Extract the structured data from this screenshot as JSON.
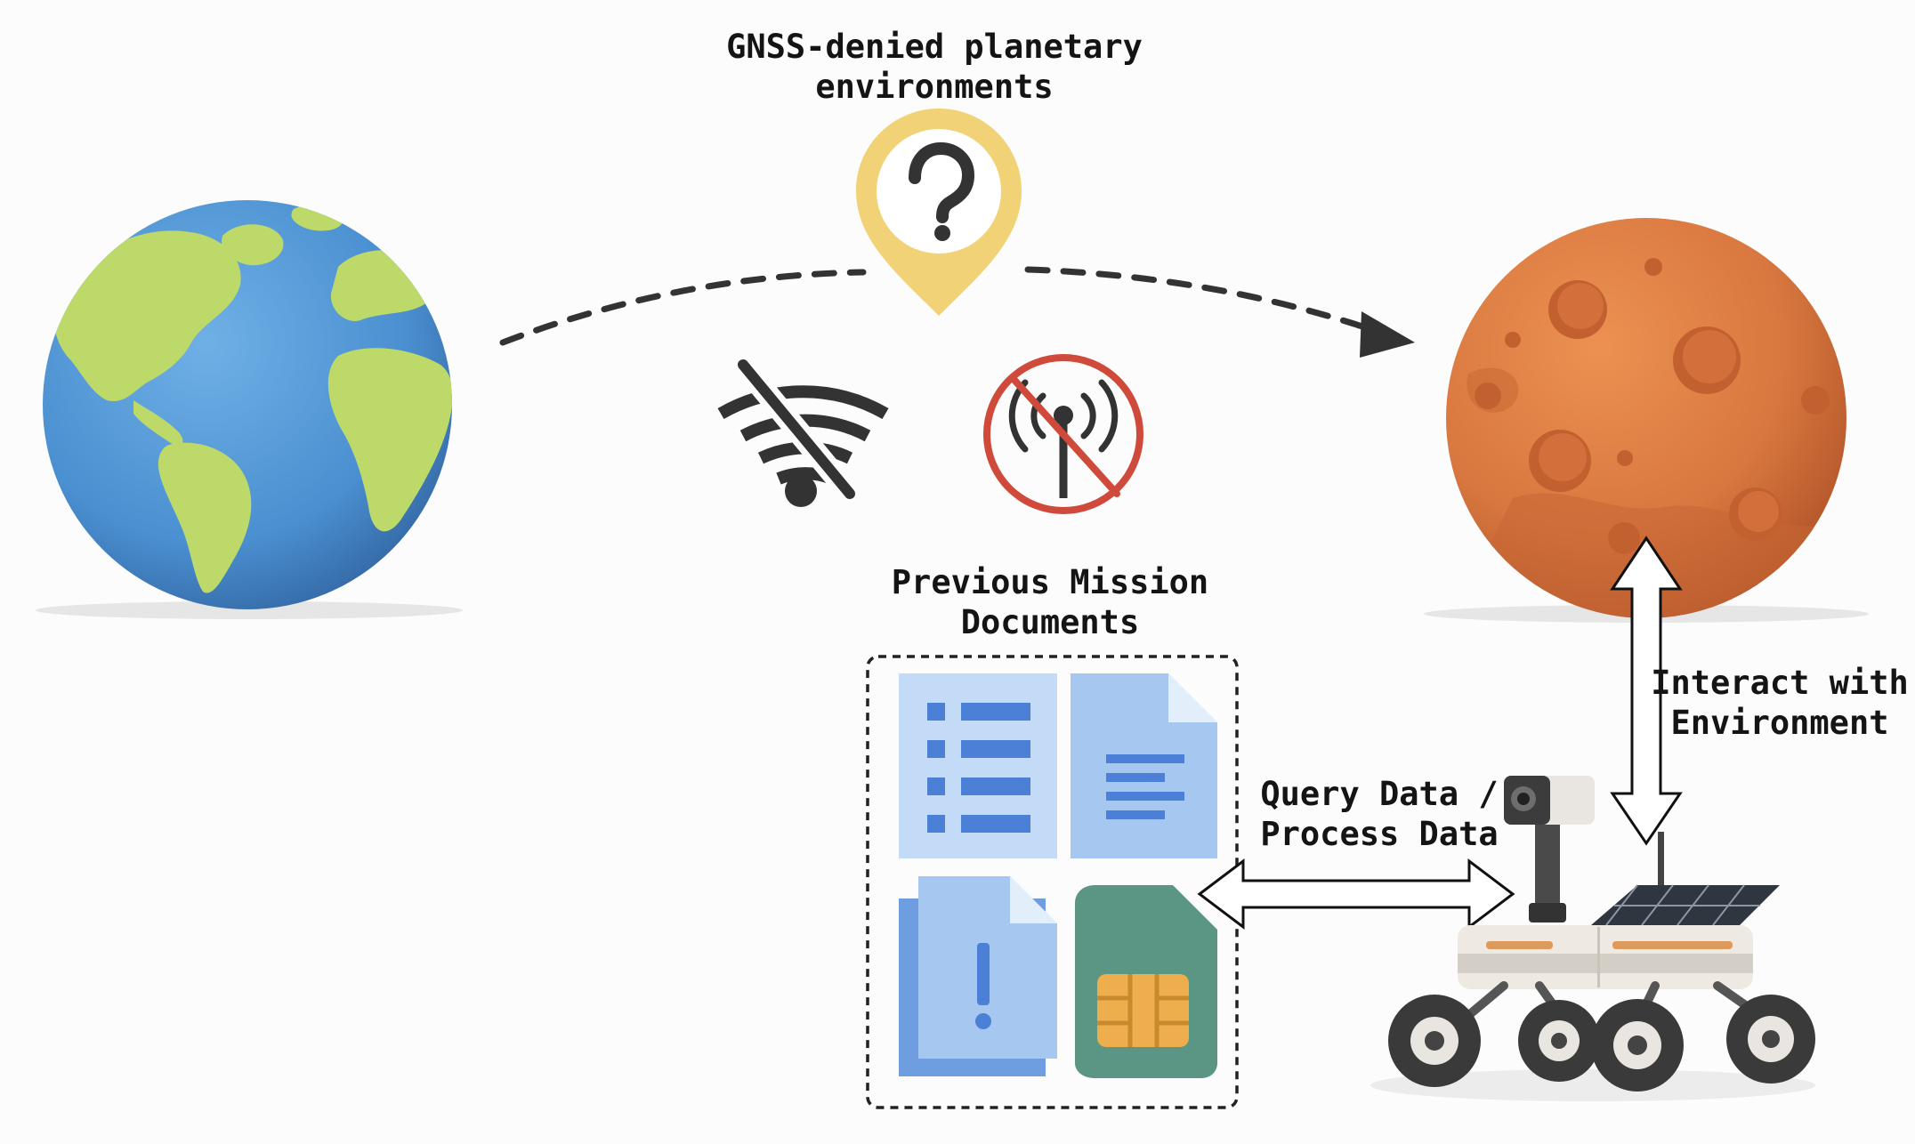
{
  "labels": {
    "gnss": [
      "GNSS-denied planetary",
      "environments"
    ],
    "documents": [
      "Previous Mission",
      "Documents"
    ],
    "query": [
      "Query Data /",
      "Process Data"
    ],
    "interact": [
      "Interact with",
      "Environment"
    ]
  },
  "icons": {
    "earth": "earth-globe-icon",
    "mars": "mars-planet-icon",
    "location": "question-location-pin-icon",
    "wifi": "wifi-off-icon",
    "antenna": "no-signal-antenna-icon",
    "list_doc": "list-document-icon",
    "text_doc": "text-document-icon",
    "alert_doc": "alert-document-icon",
    "sim": "sim-card-icon",
    "rover": "rover-icon"
  },
  "colors": {
    "ocean": "#4a8fd0",
    "land": "#bcd96a",
    "mars": "#d8773f",
    "pin": "#f2d277",
    "nosignal": "#cf4a3a",
    "doc_blue": "#a6c7f0",
    "sim_green": "#5b9584",
    "chip": "#efae4e"
  }
}
